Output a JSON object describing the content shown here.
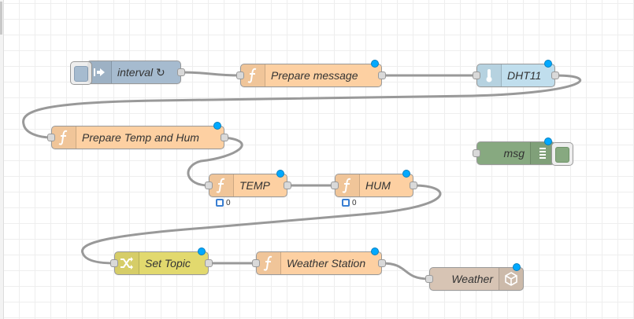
{
  "workspace": {
    "grid": true
  },
  "colors": {
    "function": "#fdd0a2",
    "inject": "#a6bbcf",
    "dht": "#c0deed",
    "change": "#e2d96e",
    "debug": "#87a980",
    "sensor": "#d7c4b4",
    "wire": "#999999",
    "changed_dot": "#00a9ff"
  },
  "nodes": {
    "interval": {
      "label": "interval ↻",
      "icon": "arrow-in-icon"
    },
    "prepare_message": {
      "label": "Prepare message",
      "icon": "function-icon"
    },
    "dht11": {
      "label": "DHT11",
      "icon": "thermometer-icon"
    },
    "prepare_temp_hum": {
      "label": "Prepare Temp and Hum",
      "icon": "function-icon"
    },
    "msg": {
      "label": "msg",
      "icon": "debug-list-icon"
    },
    "temp": {
      "label": "TEMP",
      "icon": "function-icon",
      "status": "0"
    },
    "hum": {
      "label": "HUM",
      "icon": "function-icon",
      "status": "0"
    },
    "set_topic": {
      "label": "Set Topic",
      "icon": "shuffle-icon"
    },
    "weather_station": {
      "label": "Weather Station",
      "icon": "function-icon"
    },
    "weather": {
      "label": "Weather",
      "icon": "cube-icon"
    }
  }
}
